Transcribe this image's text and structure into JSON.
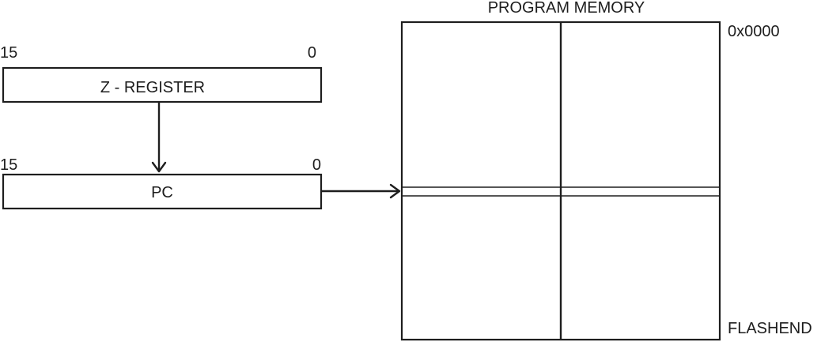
{
  "z_register": {
    "label": "Z - REGISTER",
    "msb": "15",
    "lsb": "0"
  },
  "pc": {
    "label": "PC",
    "msb": "15",
    "lsb": "0"
  },
  "program_memory": {
    "title": "PROGRAM MEMORY",
    "start_address": "0x0000",
    "end_address": "FLASHEND"
  }
}
